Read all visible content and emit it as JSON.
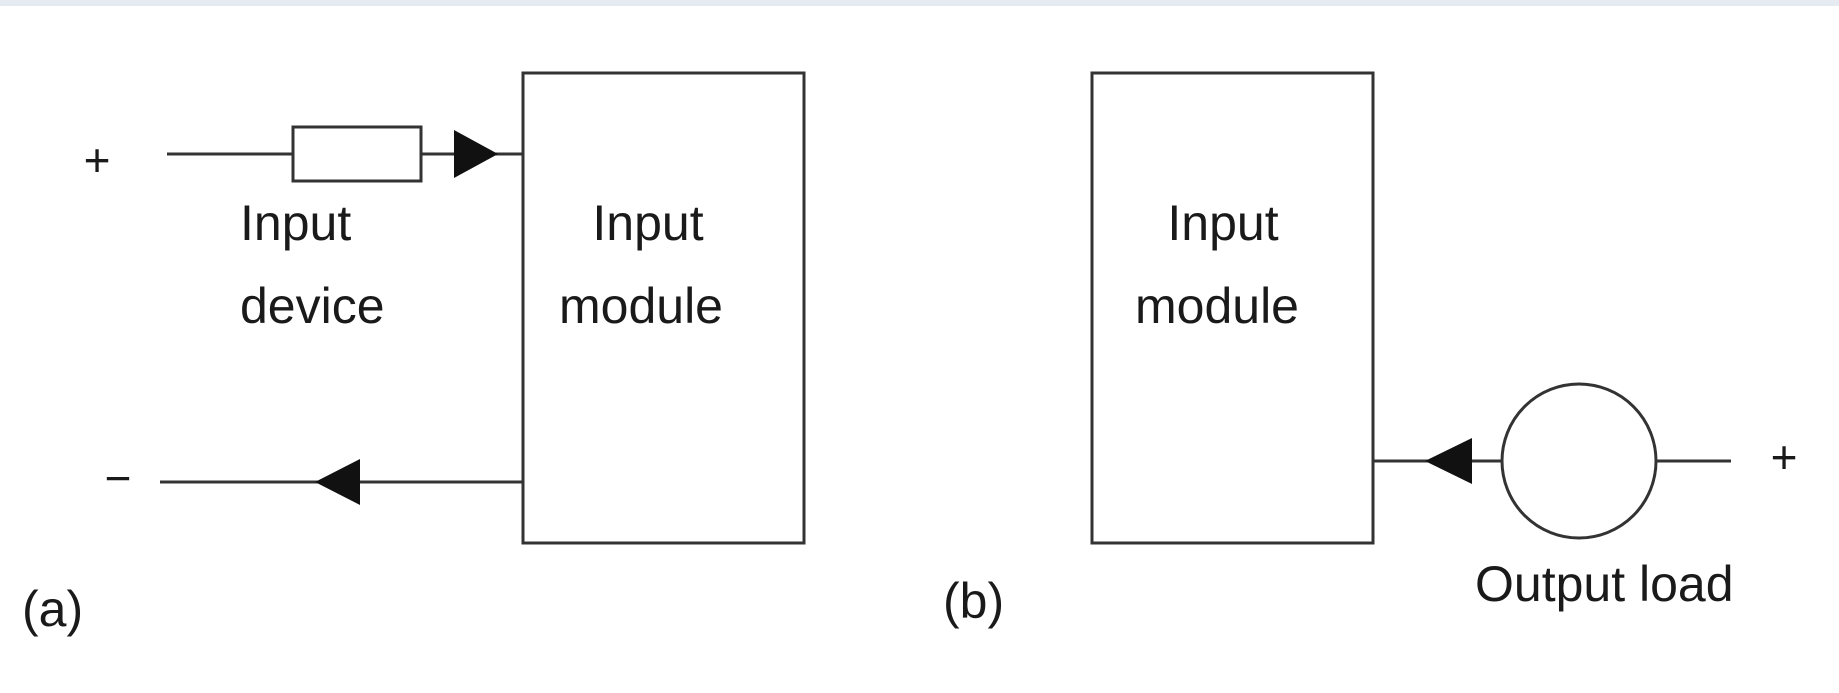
{
  "panel_a": {
    "caption": "(a)",
    "plus_sign": "+",
    "minus_sign": "−",
    "device_label_line1": "Input",
    "device_label_line2": "device",
    "module_label_line1": "Input",
    "module_label_line2": "module"
  },
  "panel_b": {
    "caption": "(b)",
    "plus_sign": "+",
    "module_label_line1": "Input",
    "module_label_line2": "module",
    "load_label": "Output load"
  }
}
